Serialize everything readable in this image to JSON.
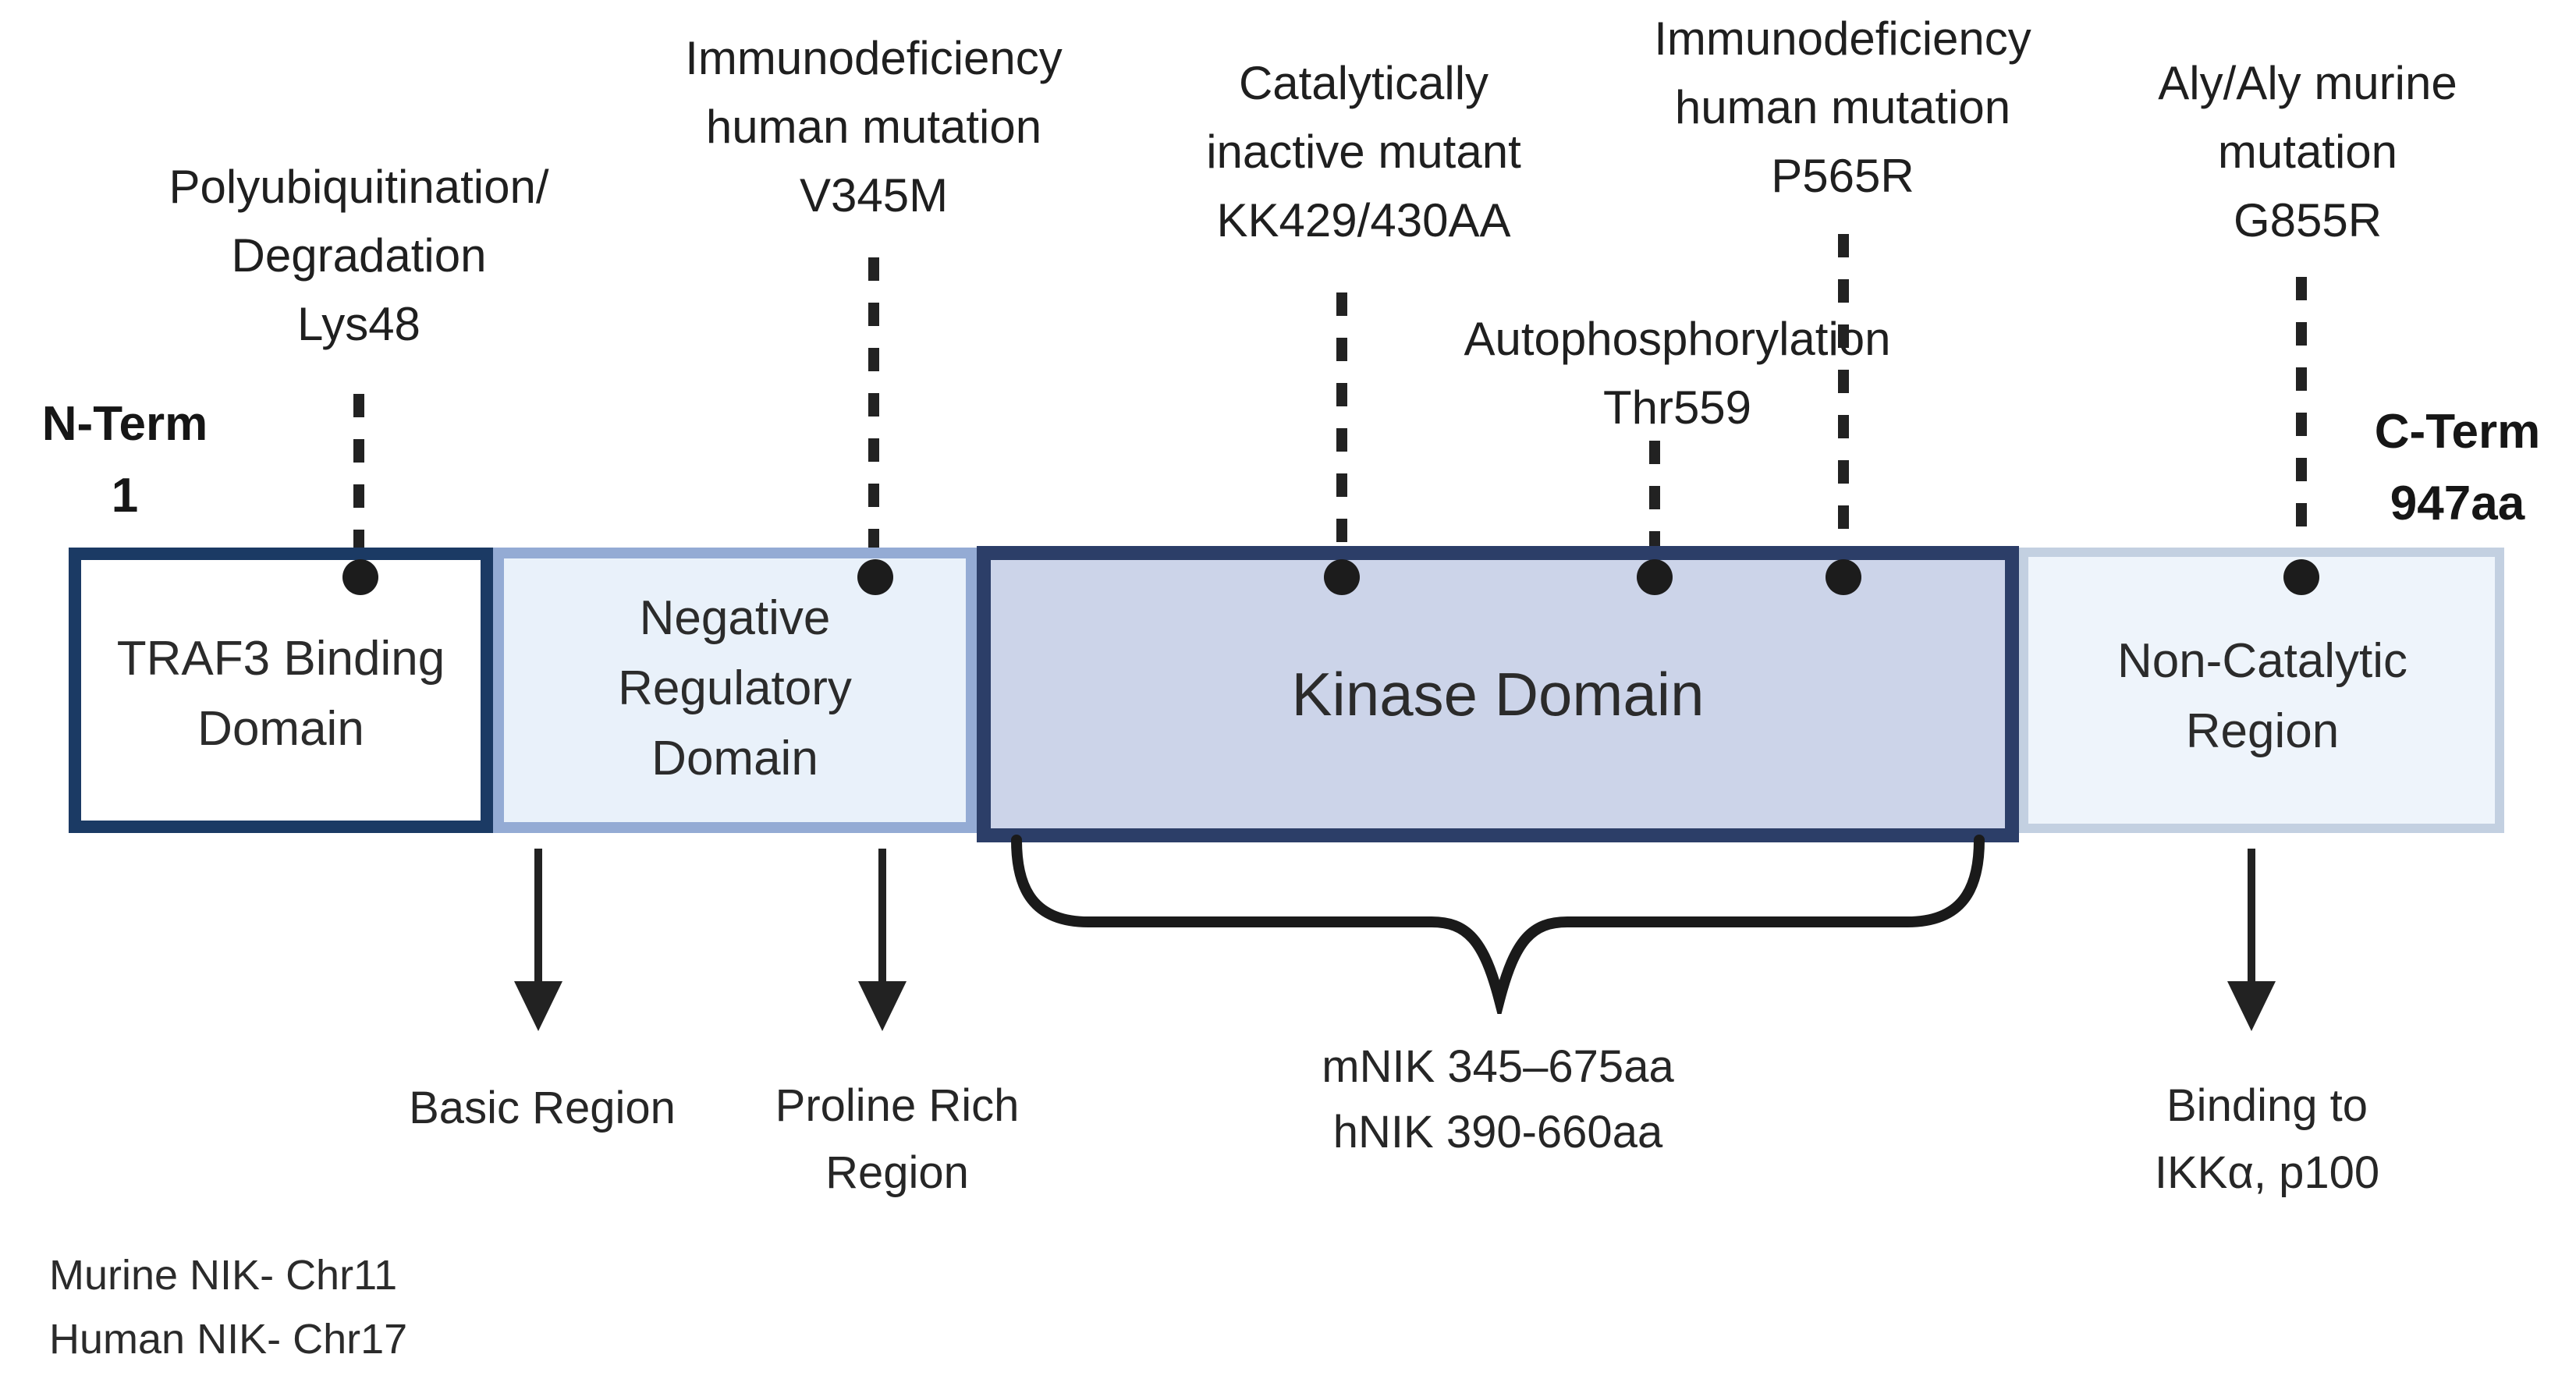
{
  "terminals": {
    "n_term": "N-Term",
    "n_pos": "1",
    "c_term": "C-Term",
    "c_pos": "947aa"
  },
  "domains": [
    {
      "name": "traf3-binding-domain",
      "lines": [
        "TRAF3 Binding",
        "Domain"
      ]
    },
    {
      "name": "negative-regulatory-domain",
      "lines": [
        "Negative",
        "Regulatory",
        "Domain"
      ]
    },
    {
      "name": "kinase-domain",
      "lines": [
        "Kinase Domain"
      ]
    },
    {
      "name": "non-catalytic-region",
      "lines": [
        "Non-Catalytic",
        "Region"
      ]
    }
  ],
  "annotations_top": [
    {
      "id": "lys48",
      "lines": [
        "Polyubiquitination/",
        "Degradation",
        "Lys48"
      ]
    },
    {
      "id": "v345m",
      "lines": [
        "Immunodeficiency",
        "human mutation",
        "V345M"
      ]
    },
    {
      "id": "kk429-430aa",
      "lines": [
        "Catalytically",
        "inactive mutant",
        "KK429/430AA"
      ]
    },
    {
      "id": "thr559",
      "lines": [
        "Autophosphorylation",
        "Thr559"
      ]
    },
    {
      "id": "p565r",
      "lines": [
        "Immunodeficiency",
        "human mutation",
        "P565R"
      ]
    },
    {
      "id": "g855r",
      "lines": [
        "Aly/Aly murine",
        "mutation",
        "G855R"
      ]
    }
  ],
  "annotations_bottom": [
    {
      "id": "basic-region",
      "lines": [
        "Basic Region"
      ]
    },
    {
      "id": "proline-rich-region",
      "lines": [
        "Proline Rich",
        "Region"
      ]
    },
    {
      "id": "kinase-span",
      "lines": [
        "mNIK 345–675aa",
        "hNIK 390-660aa"
      ]
    },
    {
      "id": "ikka-binding",
      "lines": [
        "Binding to",
        "IKKα, p100"
      ]
    }
  ],
  "footnotes": [
    "Murine NIK- Chr11",
    "Human NIK- Chr17"
  ],
  "colors": {
    "traf3_border": "#1b3a64",
    "traf3_fill": "#ffffff",
    "nrd_border": "#94abd4",
    "nrd_fill": "#e9f1fa",
    "kinase_border": "#2c3e68",
    "kinase_fill": "#ccd4e9",
    "noncat_border": "#c3d0e1",
    "noncat_fill": "#eef4fb",
    "ink": "#1f1f1f"
  }
}
